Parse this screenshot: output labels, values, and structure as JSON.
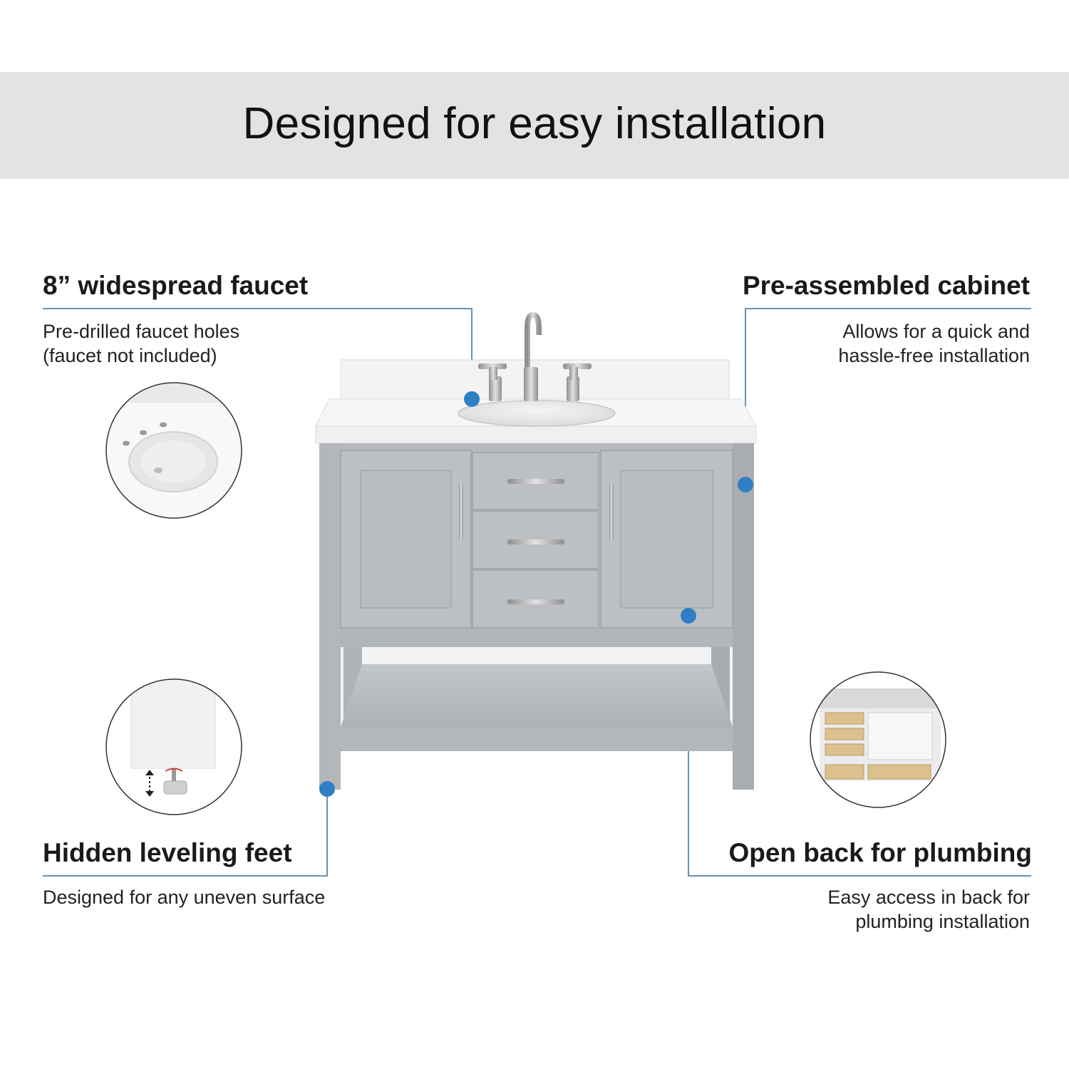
{
  "banner": {
    "title": "Designed for easy installation",
    "background": "#e3e3e3"
  },
  "accent_color": "#2f7fc4",
  "features": {
    "faucet": {
      "title": "8” widespread faucet",
      "lines": [
        "Pre-drilled faucet holes",
        "(faucet not included)"
      ],
      "detail_image": "sink-faucet-holes-closeup"
    },
    "cabinet": {
      "title": "Pre-assembled cabinet",
      "lines": [
        "Allows for  a quick and",
        "hassle-free installation"
      ]
    },
    "feet": {
      "title": "Hidden leveling feet",
      "lines": [
        "Designed for any uneven surface"
      ],
      "detail_image": "leveling-foot-closeup"
    },
    "plumbing": {
      "title": "Open back for plumbing",
      "lines": [
        "Easy access in back for",
        "plumbing installation"
      ],
      "detail_image": "open-back-cabinet-closeup"
    }
  },
  "product": {
    "name": "gray bathroom vanity",
    "cabinet_color": "#b9bdc1",
    "top_color": "#f7f7f7",
    "hardware_color": "#c9c9c9"
  }
}
